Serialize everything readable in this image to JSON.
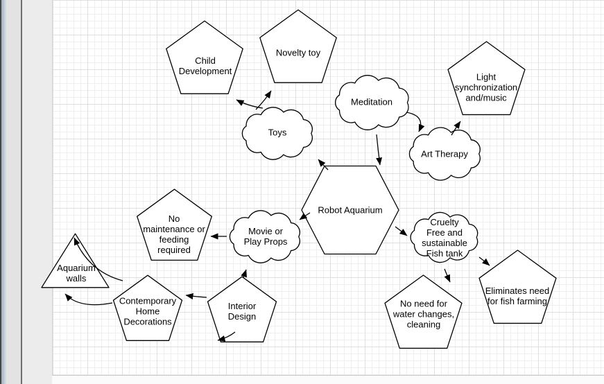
{
  "colors": {
    "node_fill": "#ffffff",
    "node_stroke": "#000000",
    "grid_minor": "#efefef",
    "grid_major": "#dfdfdf",
    "canvas_margin": "#ececec"
  },
  "diagram": {
    "nodes": {
      "child_development": {
        "label": "Child\nDevelopment",
        "shape": "pentagon"
      },
      "novelty_toy": {
        "label": "Novelty toy",
        "shape": "pentagon"
      },
      "meditation": {
        "label": "Meditation",
        "shape": "cloud"
      },
      "light_sync": {
        "label": "Light\nsynchronization\nand/music",
        "shape": "pentagon"
      },
      "toys": {
        "label": "Toys",
        "shape": "cloud"
      },
      "art_therapy": {
        "label": "Art Therapy",
        "shape": "cloud"
      },
      "robot_aquarium": {
        "label": "Robot Aquarium",
        "shape": "hexagon"
      },
      "no_maintenance": {
        "label": "No\nmaintenance or\nfeeding\nrequired",
        "shape": "pentagon"
      },
      "movie_props": {
        "label": "Movie or\nPlay Props",
        "shape": "cloud"
      },
      "cruelty_free": {
        "label": "Cruelty\nFree and\nsustainable\nFish tank",
        "shape": "cloud"
      },
      "aquarium_walls": {
        "label": "Aquarium\nwalls",
        "shape": "triangle"
      },
      "home_decorations": {
        "label": "Contemporary\nHome\nDecorations",
        "shape": "pentagon"
      },
      "interior_design": {
        "label": "Interior\nDesign",
        "shape": "pentagon"
      },
      "water_changes": {
        "label": "No need for\nwater changes,\ncleaning",
        "shape": "pentagon"
      },
      "fish_farming": {
        "label": "Eliminates need\nfor fish farming",
        "shape": "pentagon"
      }
    },
    "edges": [
      {
        "from": "toys",
        "to": "child_development"
      },
      {
        "from": "toys",
        "to": "novelty_toy"
      },
      {
        "from": "robot_aquarium",
        "to": "toys"
      },
      {
        "from": "meditation",
        "to": "robot_aquarium"
      },
      {
        "from": "meditation",
        "to": "art_therapy"
      },
      {
        "from": "art_therapy",
        "to": "light_sync"
      },
      {
        "from": "robot_aquarium",
        "to": "movie_props"
      },
      {
        "from": "movie_props",
        "to": "no_maintenance"
      },
      {
        "from": "robot_aquarium",
        "to": "cruelty_free"
      },
      {
        "from": "cruelty_free",
        "to": "water_changes"
      },
      {
        "from": "cruelty_free",
        "to": "fish_farming"
      },
      {
        "from": "interior_design",
        "to": "movie_props"
      },
      {
        "from": "interior_design",
        "to": "home_decorations"
      },
      {
        "from": "home_decorations",
        "to": "aquarium_walls"
      },
      {
        "from": "home_decorations",
        "to": "aquarium_walls"
      },
      {
        "from": "interior_design",
        "to": ""
      }
    ]
  }
}
